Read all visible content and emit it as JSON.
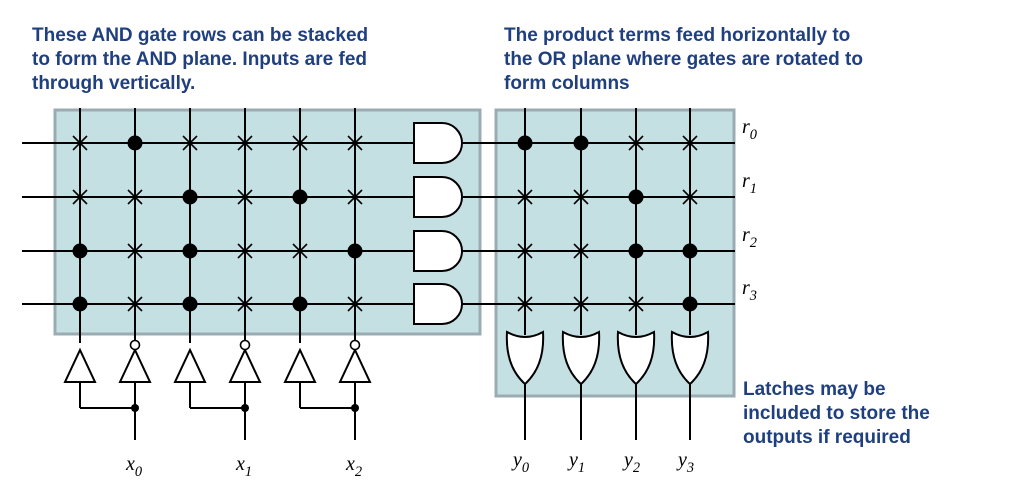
{
  "captions": {
    "and_plane": "These AND gate rows can be stacked\nto form the AND plane. Inputs are fed\nthrough vertically.",
    "or_plane": "The product terms feed horizontally to\nthe OR plane where gates are rotated to\nform columns",
    "latches": "Latches may be\nincluded to store the\noutputs if required"
  },
  "colors": {
    "plane_fill": "#c5e0e3",
    "plane_border": "#9aabb1",
    "caption_text": "#1f3f7f",
    "wire": "#000000"
  },
  "inputs": [
    {
      "symbol": "x",
      "sub": "0"
    },
    {
      "symbol": "x",
      "sub": "1"
    },
    {
      "symbol": "x",
      "sub": "2"
    }
  ],
  "product_rows": [
    {
      "symbol": "r",
      "sub": "0"
    },
    {
      "symbol": "r",
      "sub": "1"
    },
    {
      "symbol": "r",
      "sub": "2"
    },
    {
      "symbol": "r",
      "sub": "3"
    }
  ],
  "outputs": [
    {
      "symbol": "y",
      "sub": "0"
    },
    {
      "symbol": "y",
      "sub": "1"
    },
    {
      "symbol": "y",
      "sub": "2"
    },
    {
      "symbol": "y",
      "sub": "3"
    }
  ],
  "and_columns": [
    "x0",
    "not x0",
    "x1",
    "not x1",
    "x2",
    "not x2"
  ],
  "and_plane_connections": [
    [
      0,
      1,
      0,
      0,
      0,
      0
    ],
    [
      0,
      0,
      1,
      0,
      1,
      0
    ],
    [
      1,
      0,
      1,
      0,
      0,
      1
    ],
    [
      1,
      0,
      1,
      0,
      1,
      0
    ]
  ],
  "or_plane_connections": [
    [
      1,
      1,
      0,
      0
    ],
    [
      0,
      0,
      1,
      0
    ],
    [
      0,
      0,
      1,
      1
    ],
    [
      0,
      0,
      0,
      1
    ]
  ]
}
